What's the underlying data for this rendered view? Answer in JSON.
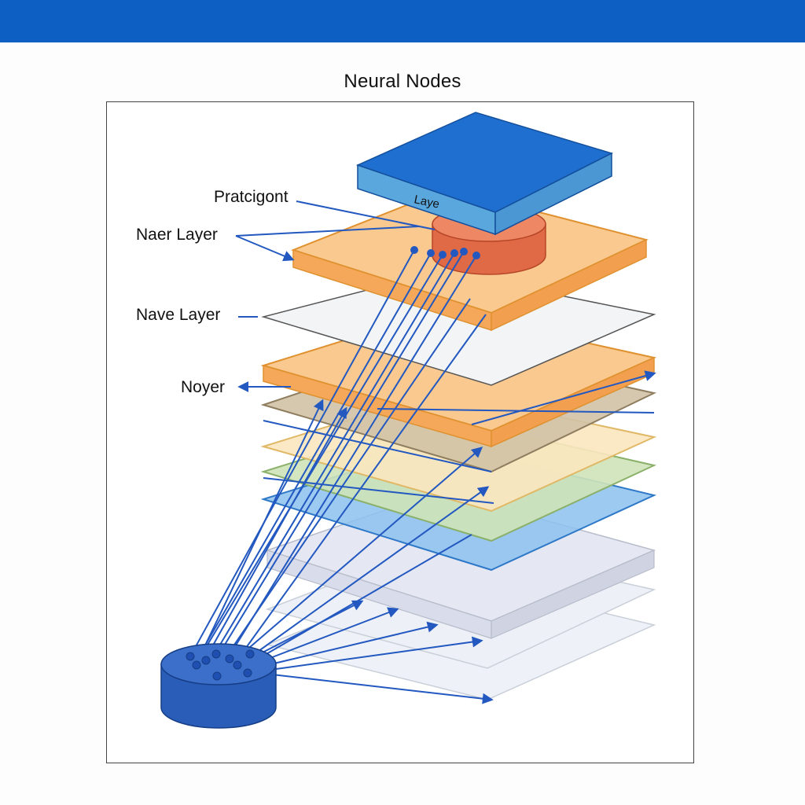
{
  "header": {
    "title": "Neural Nodes"
  },
  "diagram": {
    "top_block_label": "Laye",
    "labels": {
      "pratcigont": "Pratcigont",
      "naer_layer": "Naer Layer",
      "nave_layer": "Nave Layer",
      "noyer": "Noyer"
    }
  },
  "colors": {
    "accent_bar": "#0e5fc4",
    "connection": "#2258c0",
    "top_block": "#1f6fd0",
    "top_cylinder": "#e06a45",
    "bottom_cylinder": "#2a5db8",
    "orange_layer": "#f7b972",
    "green_layer": "#cfe3b8",
    "blue_layer": "#8cc1ee"
  }
}
